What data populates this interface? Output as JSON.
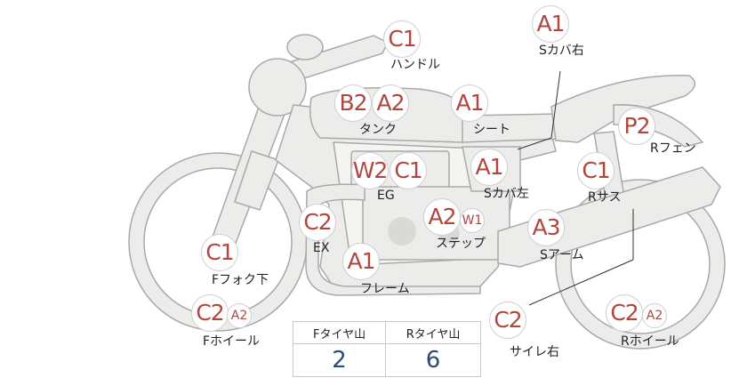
{
  "colors": {
    "part_fill": "#ececea",
    "part_stroke": "#a9a9a7",
    "badge_text": "#b2463f",
    "value_text": "#2c4a7a"
  },
  "badges": {
    "handle": "C1",
    "scover_r": "A1",
    "tank_1": "B2",
    "tank_2": "A2",
    "seat": "A1",
    "rfender": "P2",
    "eg_1": "W2",
    "eg_2": "C1",
    "scover_l": "A1",
    "rsus": "C1",
    "step_1": "A2",
    "step_2": "W1",
    "ex": "C2",
    "ffork": "C1",
    "frame": "A1",
    "sarm": "A3",
    "fwheel_1": "C2",
    "fwheel_2": "A2",
    "muffler": "C2",
    "rwheel_1": "C2",
    "rwheel_2": "A2"
  },
  "labels": {
    "handle": "ハンドル",
    "scover_r": "Sカバ右",
    "tank": "タンク",
    "seat": "シート",
    "rfender": "Rフェン",
    "eg": "EG",
    "scover_l": "Sカバ左",
    "rsus": "Rサス",
    "step": "ステップ",
    "ex": "EX",
    "ffork": "Fフォク下",
    "frame": "フレーム",
    "sarm": "Sアーム",
    "fwheel": "Fホイール",
    "muffler": "サイレ右",
    "rwheel": "Rホイール"
  },
  "tread": {
    "headers": [
      "Fタイヤ山",
      "Rタイヤ山"
    ],
    "values": [
      "2",
      "6"
    ]
  }
}
